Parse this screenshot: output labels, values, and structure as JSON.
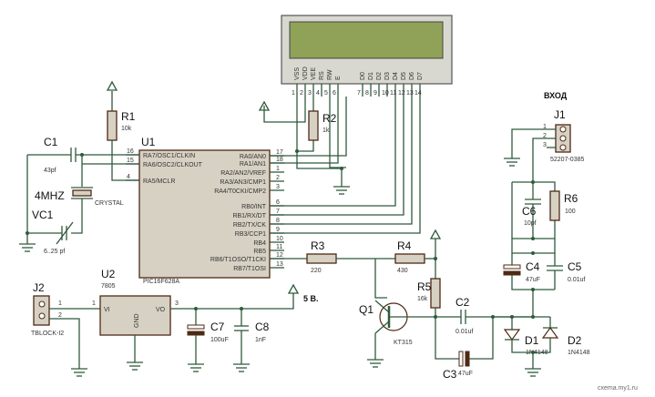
{
  "lcd": {
    "pins": [
      "VSS",
      "VDD",
      "VEE",
      "RS",
      "RW",
      "E",
      "D0",
      "D1",
      "D2",
      "D3",
      "D4",
      "D5",
      "D6",
      "D7"
    ],
    "pin_numbers": [
      "1",
      "2",
      "3",
      "4",
      "5",
      "6",
      "7",
      "8",
      "9",
      "10",
      "11",
      "12",
      "13",
      "14"
    ]
  },
  "u1": {
    "ref": "U1",
    "part": "PIC16F628A",
    "left_pins": [
      {
        "num": "16",
        "name": "RA7/OSC1/CLKIN"
      },
      {
        "num": "15",
        "name": "RA6/OSC2/CLKOUT"
      },
      {
        "num": "4",
        "name": "RA5/MCLR"
      }
    ],
    "right_pins": [
      {
        "num": "17",
        "name": "RA0/AN0"
      },
      {
        "num": "18",
        "name": "RA1/AN1"
      },
      {
        "num": "1",
        "name": "RA2/AN2/VREF"
      },
      {
        "num": "2",
        "name": "RA3/AN3/CMP1"
      },
      {
        "num": "3",
        "name": "RA4/T0CKI/CMP2"
      },
      {
        "num": "6",
        "name": "RB0/INT"
      },
      {
        "num": "7",
        "name": "RB1/RX/DT"
      },
      {
        "num": "8",
        "name": "RB2/TX/CK"
      },
      {
        "num": "9",
        "name": "RB3/CCP1"
      },
      {
        "num": "10",
        "name": "RB4"
      },
      {
        "num": "11",
        "name": "RB5"
      },
      {
        "num": "12",
        "name": "RB6/T1OSO/T1CKI"
      },
      {
        "num": "13",
        "name": "RB7/T1OSI"
      }
    ]
  },
  "r1": {
    "ref": "R1",
    "value": "10k"
  },
  "r2": {
    "ref": "R2",
    "value": "1k"
  },
  "r3": {
    "ref": "R3",
    "value": "220"
  },
  "r4": {
    "ref": "R4",
    "value": "430"
  },
  "r5": {
    "ref": "R5",
    "value": "16k"
  },
  "r6": {
    "ref": "R6",
    "value": "100"
  },
  "c1": {
    "ref": "C1",
    "value": "43pf"
  },
  "vc1": {
    "ref": "VC1",
    "value": "6..25 pf"
  },
  "x1": {
    "ref": "4MHZ",
    "value": "CRYSTAL"
  },
  "u2": {
    "ref": "U2",
    "value": "7805",
    "vi": "VI",
    "vo": "VO",
    "gnd": "GND",
    "pin1": "1",
    "pin3": "3"
  },
  "j2": {
    "ref": "J2",
    "value": "TBLOCK-I2",
    "pin1": "1",
    "pin2": "2"
  },
  "c7": {
    "ref": "C7",
    "value": "100uF"
  },
  "c8": {
    "ref": "C8",
    "value": "1nF"
  },
  "vout": "5 B.",
  "q1": {
    "ref": "Q1",
    "value": "KT315"
  },
  "c2": {
    "ref": "C2",
    "value": "0.01uf"
  },
  "c3": {
    "ref": "C3",
    "value": "47uF"
  },
  "c4": {
    "ref": "C4",
    "value": "47uF"
  },
  "c5": {
    "ref": "C5",
    "value": "0.01uf"
  },
  "c6": {
    "ref": "C6",
    "value": "10pf"
  },
  "d1": {
    "ref": "D1",
    "value": "1N4148"
  },
  "d2": {
    "ref": "D2",
    "value": "1N4148"
  },
  "j1": {
    "ref": "J1",
    "value": "52207-0385",
    "pin1": "1",
    "pin2": "2",
    "pin3": "3"
  },
  "input_label": "ВХОД",
  "watermark": "cxema.my1.ru"
}
